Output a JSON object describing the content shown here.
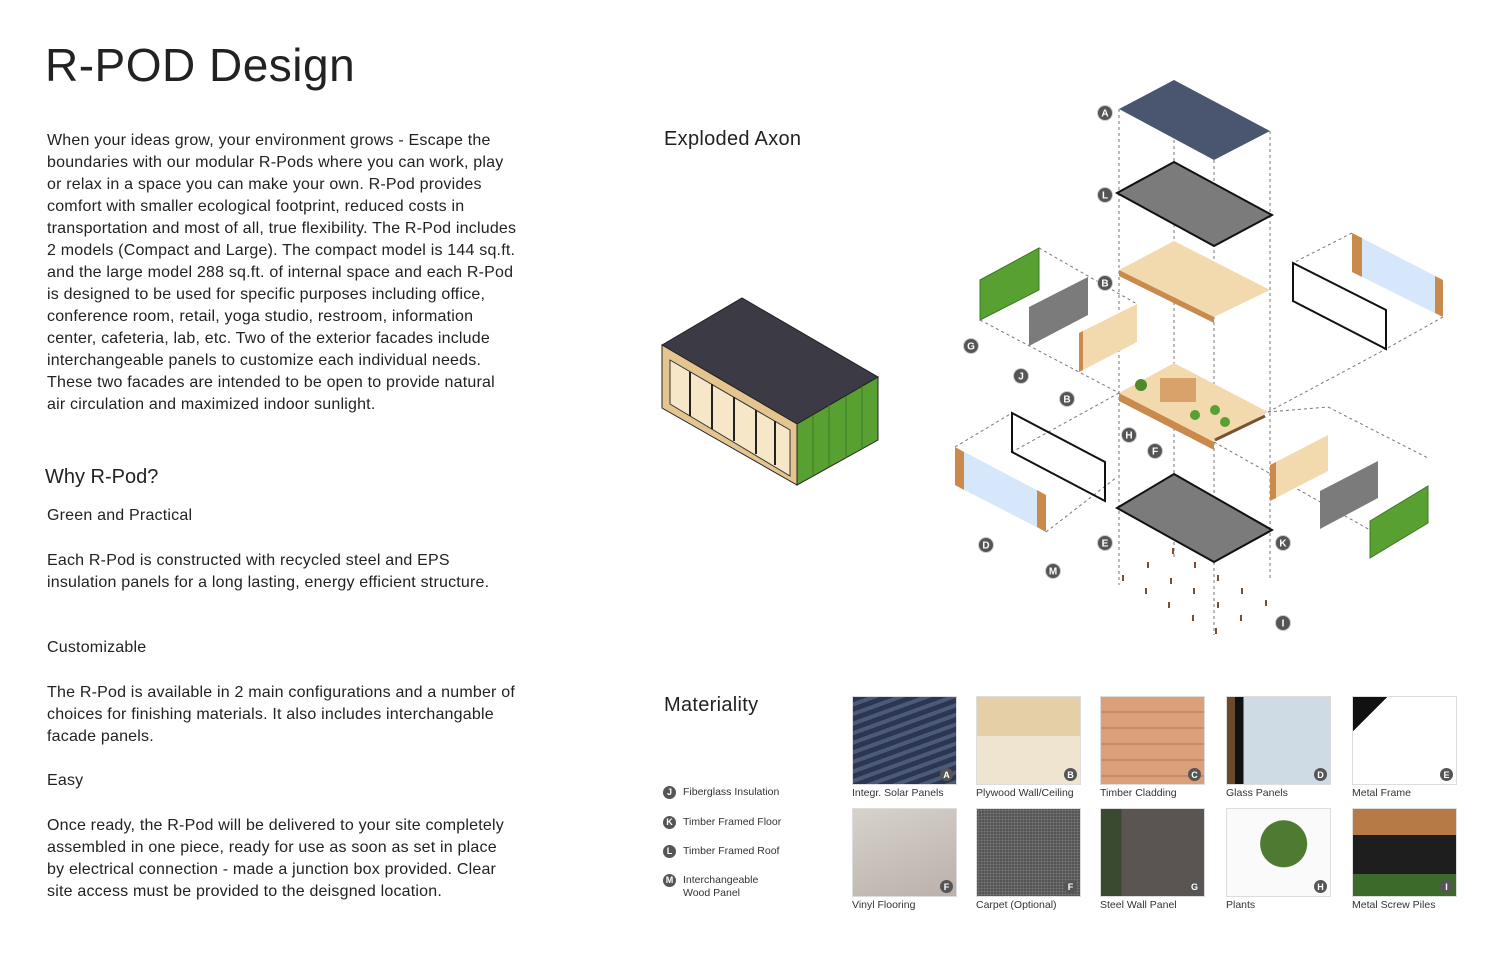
{
  "title": "R-POD Design",
  "intro": "When your ideas grow, your environment grows - Escape the boundaries with our modular R-Pods where you can work, play or relax in a space you can make your own. R-Pod provides comfort with smaller ecological footprint, reduced costs in transportation and most of all, true flexibility.  The R-Pod includes 2 models (Compact and Large). The compact model is 144 sq.ft. and the large model 288 sq.ft. of internal space and each R-Pod is designed to be used for specific purposes including office, conference room, retail, yoga studio, restroom, information center, cafeteria, lab, etc. Two of the exterior facades include interchangeable panels to customize each individual needs. These two facades are intended to be open to provide natural air circulation and maximized indoor sunlight.",
  "why": {
    "heading": "Why R-Pod?",
    "sections": [
      {
        "title": "Green and Practical",
        "body": "Each R-Pod is constructed with recycled steel and EPS insulation panels for a long lasting, energy efficient structure."
      },
      {
        "title": "Customizable",
        "body": "The R-Pod is available in 2 main configurations and a number of choices for finishing materials. It also includes interchangable facade panels."
      },
      {
        "title": "Easy",
        "body": "Once ready, the R-Pod will be delivered to your site completely assembled in one piece, ready for use as soon as set in place by electrical connection - made a junction box provided. Clear site access must be provided to the deisgned location."
      }
    ]
  },
  "axon": {
    "heading": "Exploded Axon",
    "labels": [
      "A",
      "L",
      "B",
      "G",
      "J",
      "B",
      "H",
      "F",
      "D",
      "E",
      "M",
      "K",
      "I"
    ]
  },
  "materiality": {
    "heading": "Materiality",
    "legend": [
      {
        "key": "J",
        "label": "Fiberglass Insulation"
      },
      {
        "key": "K",
        "label": "Timber Framed Floor"
      },
      {
        "key": "L",
        "label": "Timber Framed Roof"
      },
      {
        "key": "M",
        "label": "Interchangeable Wood Panel"
      }
    ],
    "materials": [
      {
        "key": "A",
        "label": "Integr. Solar Panels"
      },
      {
        "key": "B",
        "label": "Plywood Wall/Ceiling"
      },
      {
        "key": "C",
        "label": "Timber Cladding"
      },
      {
        "key": "D",
        "label": "Glass Panels"
      },
      {
        "key": "E",
        "label": "Metal Frame"
      },
      {
        "key": "F",
        "label": "Vinyl Flooring"
      },
      {
        "key": "F",
        "label": "Carpet (Optional)"
      },
      {
        "key": "G",
        "label": "Steel Wall Panel"
      },
      {
        "key": "H",
        "label": "Plants"
      },
      {
        "key": "I",
        "label": "Metal Screw Piles"
      }
    ]
  },
  "colors": {
    "solar": "#4a5670",
    "green": "#58a032",
    "wood": "#f3d9ae",
    "glass": "#d6e6fb",
    "steel": "#7b7b7b"
  }
}
